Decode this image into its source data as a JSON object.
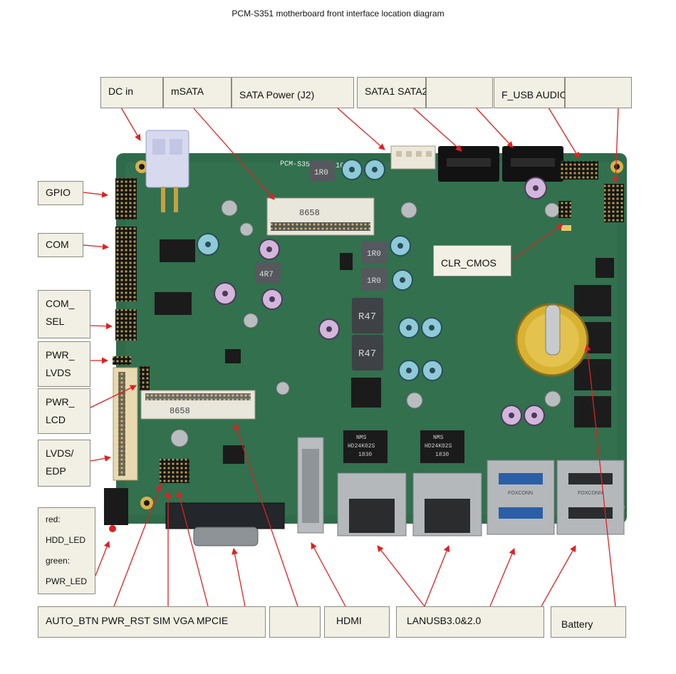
{
  "title": "PCM-S351 motherboard front interface location diagram",
  "board": {
    "silkscreen": "PCM-S351-YDS-10",
    "inductor_marks": [
      "1R0",
      "1R0",
      "1R0",
      "4R7"
    ],
    "choke_marks": [
      "R47",
      "R47"
    ],
    "slot_marks": [
      "8658",
      "8658"
    ],
    "lan_chip_lines": [
      "NMS",
      "HD24K02S",
      "1830"
    ],
    "usb_brand": "FOXCONN"
  },
  "labels": {
    "dc_in": "DC in",
    "msata": "mSATA",
    "sata_power": "SATA Power (J2)",
    "sata12": "SATA1 SATA2",
    "fusb_audio": "F_USB AUDIO",
    "gpio": "GPIO",
    "com": "COM",
    "com_sel": [
      "COM_",
      "SEL"
    ],
    "pwr_lvds": [
      "PWR_",
      "LVDS"
    ],
    "pwr_lcd": [
      "PWR_",
      "LCD"
    ],
    "lvds_edp": [
      "LVDS/",
      "EDP"
    ],
    "leds": [
      "red:",
      "HDD_LED",
      "green:",
      "PWR_LED"
    ],
    "clr_cmos": "CLR_CMOS",
    "bottom_left": "AUTO_BTN PWR_RST SIM VGA MPCIE",
    "hdmi": "HDMI",
    "lan_usb": "LANUSB3.0&2.0",
    "battery": "Battery"
  },
  "colors": {
    "pcb": "#2f6b4a",
    "label_bg": "#f2f0e4",
    "pointer": "#e02020"
  }
}
